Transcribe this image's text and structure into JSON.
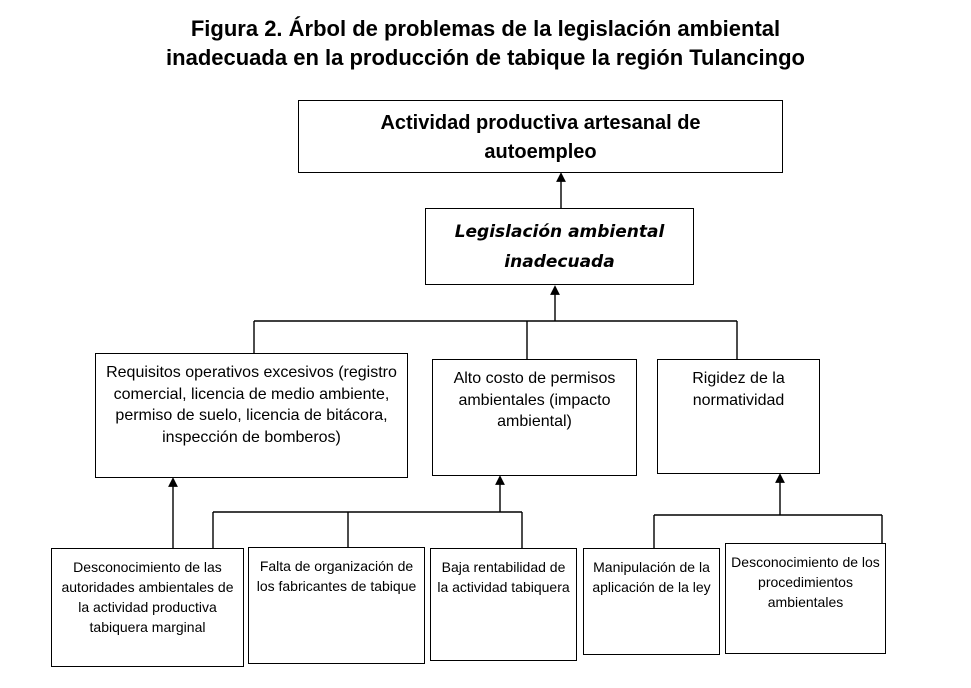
{
  "title": {
    "line1": "Figura 2. Árbol de problemas de la legislación ambiental",
    "line2": "inadecuada en la producción de tabique la región Tulancingo"
  },
  "top_effect": {
    "text": "Actividad productiva artesanal de autoempleo"
  },
  "central_problem": {
    "text": "Legislación ambiental inadecuada"
  },
  "causes": [
    {
      "text": "Requisitos operativos excesivos (registro comercial, licencia de medio ambiente, permiso de suelo, licencia de bitácora, inspección de bomberos)"
    },
    {
      "text": "Alto costo de permisos ambientales (impacto ambiental)"
    },
    {
      "text": "Rigidez de la normatividad"
    }
  ],
  "sub_causes": [
    {
      "text": "Desconocimiento de las autoridades ambientales de la actividad productiva tabiquera marginal"
    },
    {
      "text": "Falta de organización de los fabricantes de tabique"
    },
    {
      "text": "Baja rentabilidad de la actividad tabiquera"
    },
    {
      "text": "Manipulación de la aplicación de la ley"
    },
    {
      "text": "Desconocimiento de los procedimientos ambientales"
    }
  ]
}
